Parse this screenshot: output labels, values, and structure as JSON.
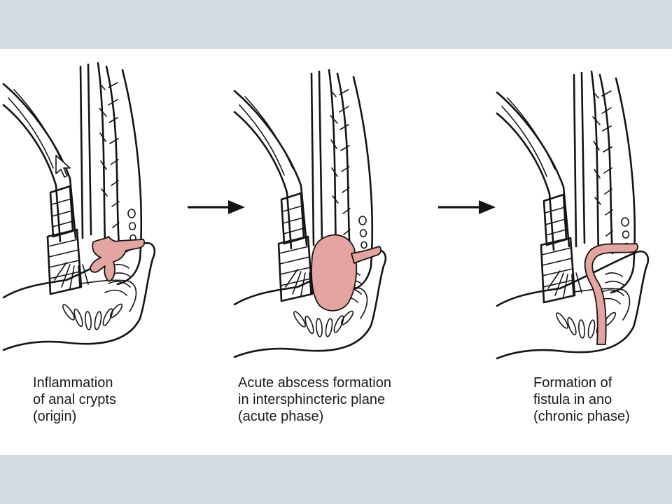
{
  "colors": {
    "lesion": "#e4a5a0",
    "line_art": "#141414",
    "slide_background": "#ffffff",
    "frame_bands": "#d5dce5"
  },
  "stages": [
    {
      "icon": "anal-crypt-inflammation-illustration",
      "caption": [
        "Inflammation",
        "of anal crypts",
        "(origin)"
      ]
    },
    {
      "icon": "intersphincteric-abscess-illustration",
      "caption": [
        "Acute abscess formation",
        "in intersphincteric plane",
        "(acute phase)"
      ]
    },
    {
      "icon": "fistula-in-ano-illustration",
      "caption": [
        "Formation of",
        "fistula in ano",
        "(chronic phase)"
      ]
    }
  ],
  "arrows": [
    "right-arrow-icon",
    "right-arrow-icon"
  ],
  "cursor": "mouse-pointer-icon"
}
